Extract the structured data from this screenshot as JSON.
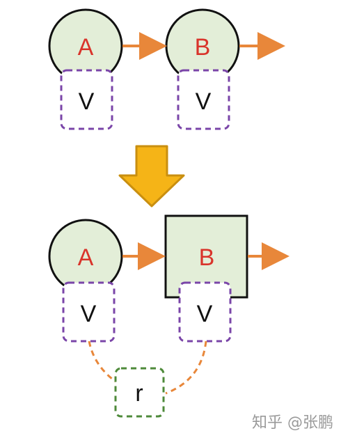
{
  "colors": {
    "node_fill": "#e3eed8",
    "node_stroke": "#111111",
    "node_label": "#d9342b",
    "arrow": "#e8873a",
    "value_box": "#7a45a8",
    "residual_box": "#4e8a3a",
    "down_arrow_fill": "#f5b417",
    "down_arrow_stroke": "#c98f10"
  },
  "top": {
    "node_a_label": "A",
    "node_b_label": "B",
    "value_a_label": "V",
    "value_b_label": "V"
  },
  "bottom": {
    "node_a_label": "A",
    "node_b_label": "B",
    "value_a_label": "V",
    "value_b_label": "V",
    "residual_label": "r"
  },
  "watermark": "知乎 @张鹏"
}
